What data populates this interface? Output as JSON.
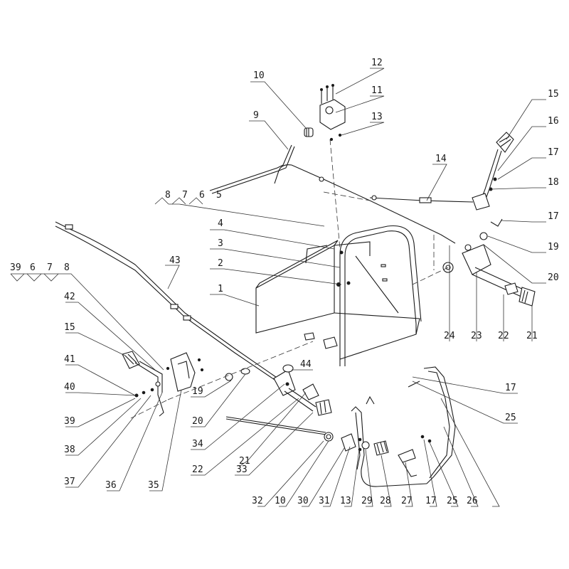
{
  "labels": {
    "n1": "1",
    "n2": "2",
    "n3": "3",
    "n4": "4",
    "n5": "5",
    "n6": "6",
    "n7": "7",
    "n8": "8",
    "n9": "9",
    "n10": "10",
    "n11": "11",
    "n12": "12",
    "n13": "13",
    "n14": "14",
    "n15": "15",
    "n16": "16",
    "n17": "17",
    "n18": "18",
    "n19": "19",
    "n20": "20",
    "n21": "21",
    "n22": "22",
    "n23": "23",
    "n24": "24",
    "n25": "25",
    "n26": "26",
    "n27": "27",
    "n28": "28",
    "n29": "29",
    "n30": "30",
    "n31": "31",
    "n32": "32",
    "n33": "33",
    "n34": "34",
    "n35": "35",
    "n36": "36",
    "n37": "37",
    "n38": "38",
    "n39": "39",
    "n40": "40",
    "n41": "41",
    "n42": "42",
    "n43": "43",
    "n44": "44"
  },
  "colors": {
    "line": "#1a1a1a",
    "background": "#ffffff"
  }
}
